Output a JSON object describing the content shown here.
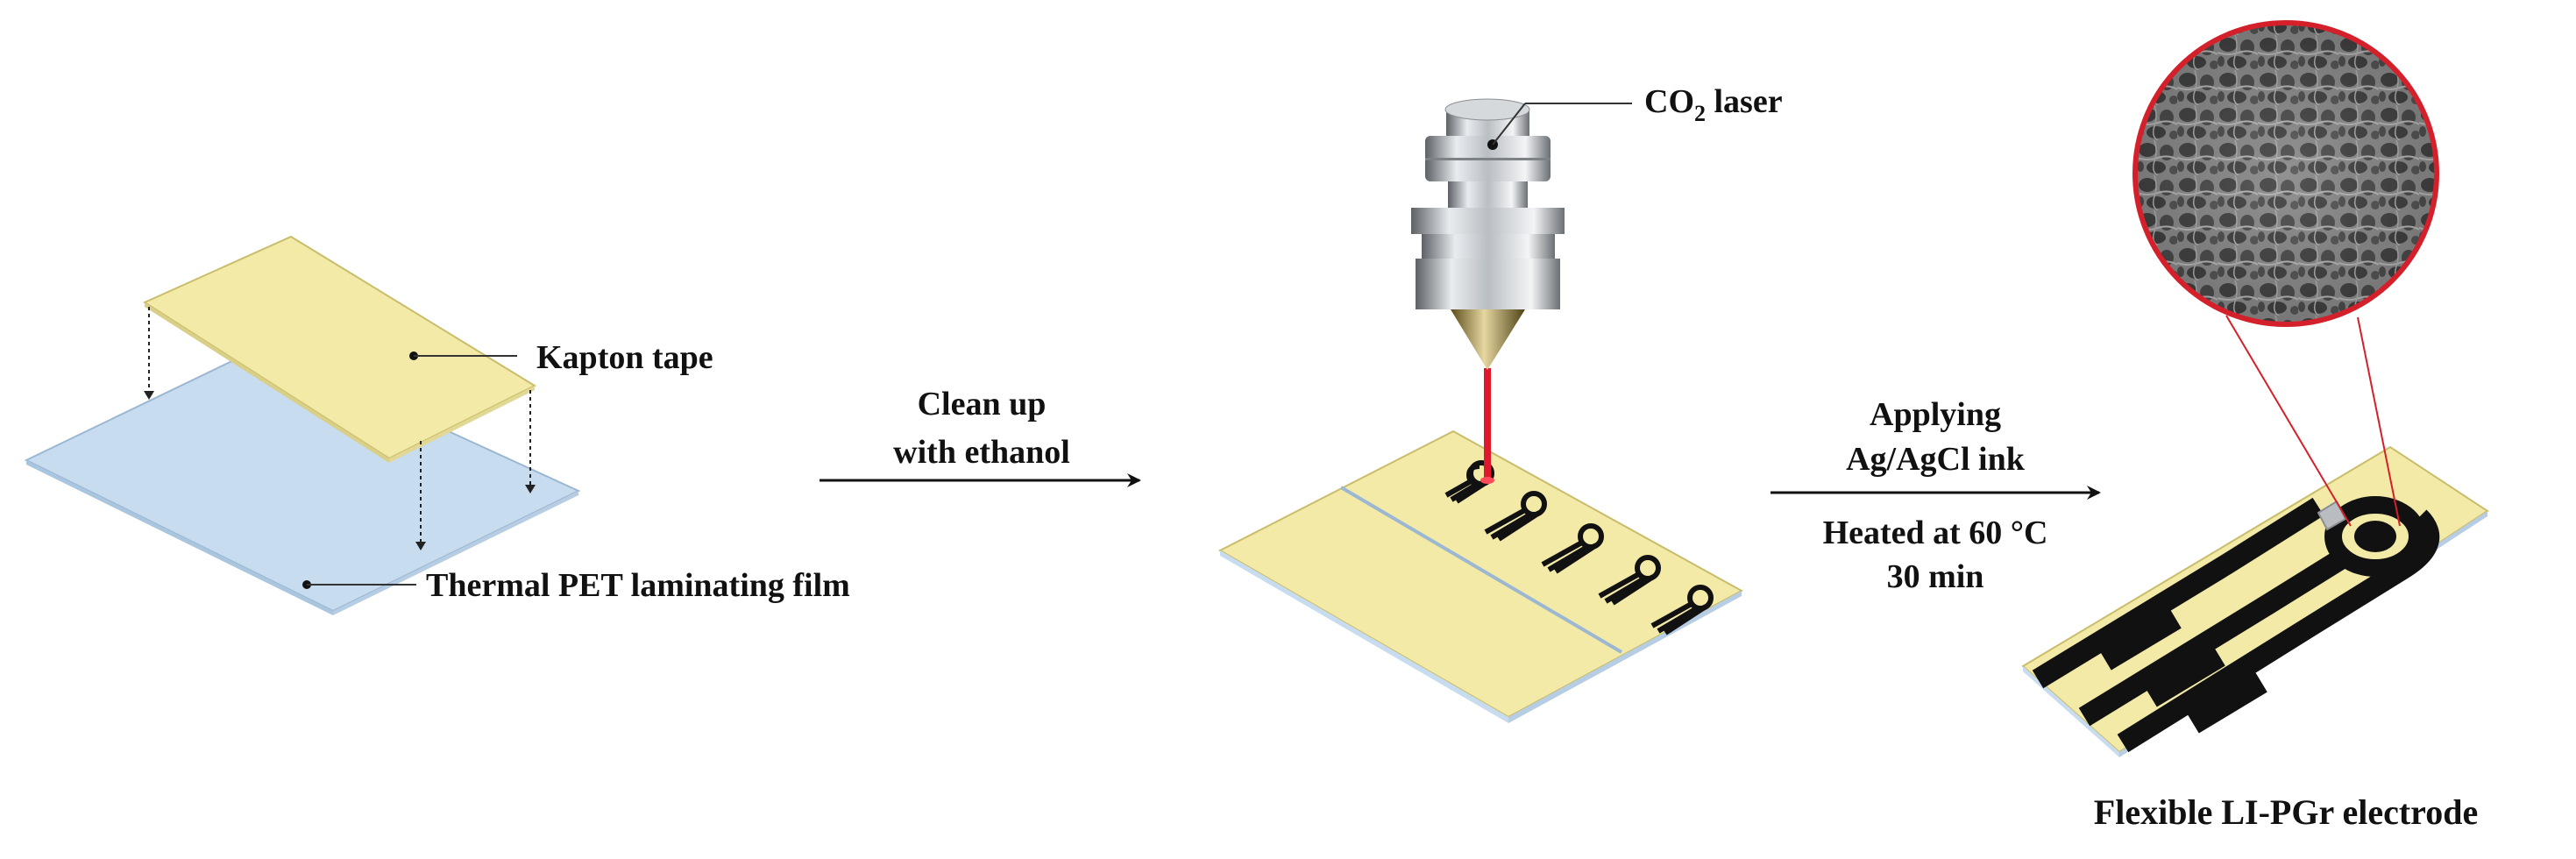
{
  "step1": {
    "kapton_label": "Kapton tape",
    "pet_label": "Thermal PET laminating film"
  },
  "arrow1": {
    "line1": "Clean up",
    "line2": "with ethanol"
  },
  "step2": {
    "laser_label_main": "CO",
    "laser_label_sub": "2",
    "laser_label_tail": " laser"
  },
  "arrow2": {
    "line1": "Applying",
    "line2": "Ag/AgCl ink",
    "line3": "Heated at 60 °C",
    "line4": "30 min"
  },
  "step3": {
    "caption": "Flexible LI-PGr electrode"
  },
  "colors": {
    "kapton": "#f2eaa6",
    "kapton_edge": "#c9bd6c",
    "pet": "#c8dcef",
    "pet_edge": "#9bb7d2",
    "laser_beam": "#e0182d",
    "electrode": "#111111",
    "zoom_ring": "#d4202a"
  }
}
